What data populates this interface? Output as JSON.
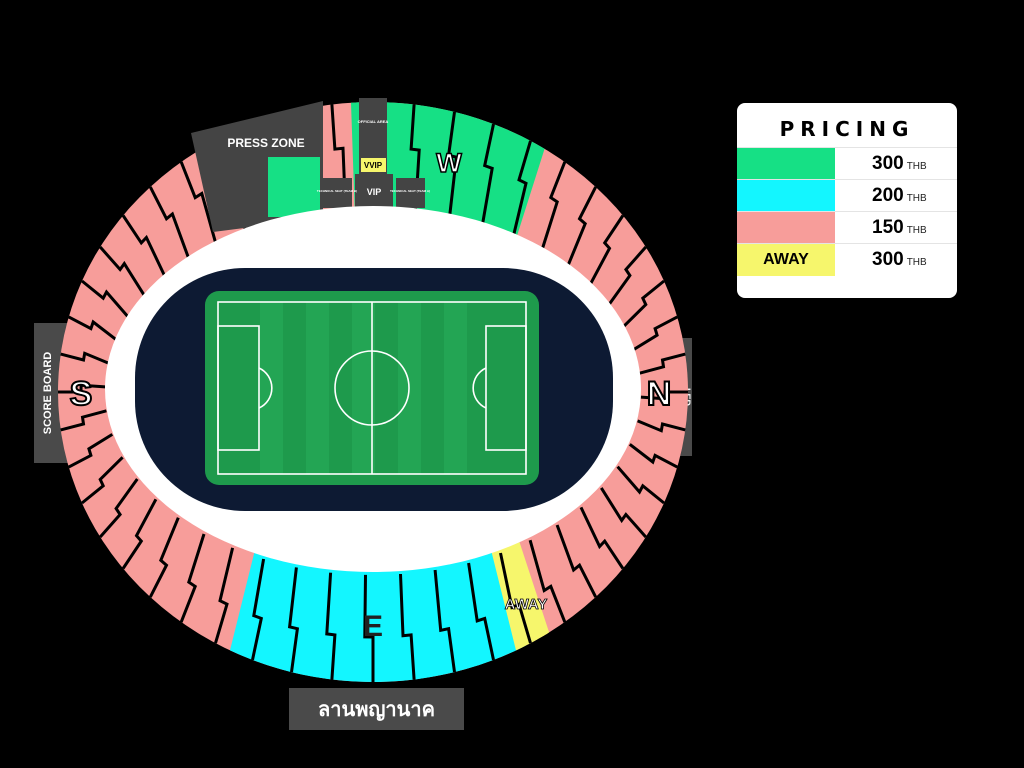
{
  "map": {
    "labels": {
      "press_zone": "PRESS ZONE",
      "official_area": "OFFICIAL AREA",
      "vvip": "VVIP",
      "vip": "VIP",
      "technical_seat_team_b": "TECHNICAL SEAT (TEAM B)",
      "technical_seat_team_a": "TECHNICAL SEAT (TEAM A)",
      "west": "W",
      "east": "E",
      "south": "S",
      "north": "N",
      "away": "AWAY",
      "score_board": "SCORE BOARD",
      "led": "LED"
    },
    "colors": {
      "green": "#16e085",
      "cyan": "#13f6ff",
      "pink": "#f79d9a",
      "yellow": "#f6f66c",
      "grey": "#444444",
      "track": "#0d1a33",
      "pitch": "#1e9a4c"
    }
  },
  "pricing": {
    "title": "PRICING",
    "rows": [
      {
        "label": "",
        "color": "#16e085",
        "price": "300",
        "currency": "THB"
      },
      {
        "label": "",
        "color": "#13f6ff",
        "price": "200",
        "currency": "THB"
      },
      {
        "label": "",
        "color": "#f79d9a",
        "price": "150",
        "currency": "THB"
      },
      {
        "label": "AWAY",
        "color": "#f6f66c",
        "price": "300",
        "currency": "THB"
      }
    ]
  },
  "entrance": {
    "label": "ลานพญานาค"
  }
}
